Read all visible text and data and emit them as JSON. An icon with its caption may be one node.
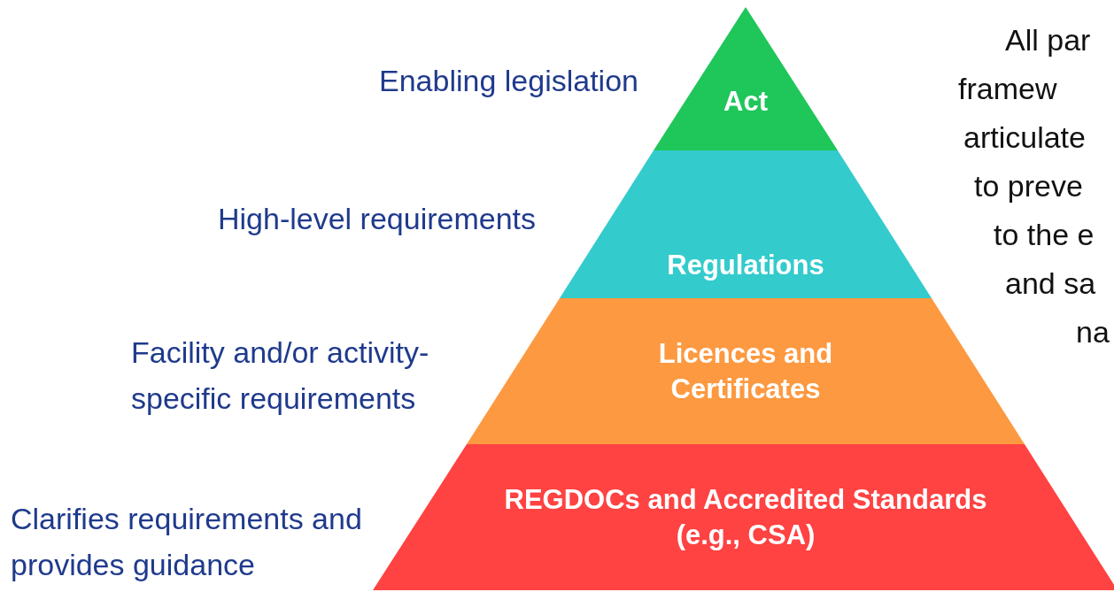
{
  "diagram": {
    "nodes": [
      {
        "text": [
          "Act"
        ]
      },
      {
        "text": [
          "Regulations"
        ]
      },
      {
        "text": [
          "Licences and Certificates"
        ]
      },
      {
        "text": [
          "REGDOCs and Accredited Standards (e.g., CSA)"
        ]
      }
    ],
    "labels": [
      "Enabling legislation",
      "High-level requirements",
      "Facility and/or activity-specific requirements",
      "Clarifies requirements and provides  guidance",
      "All par",
      "framew",
      "articulate",
      "to preve",
      "to the e",
      "and sa",
      "na"
    ]
  }
}
